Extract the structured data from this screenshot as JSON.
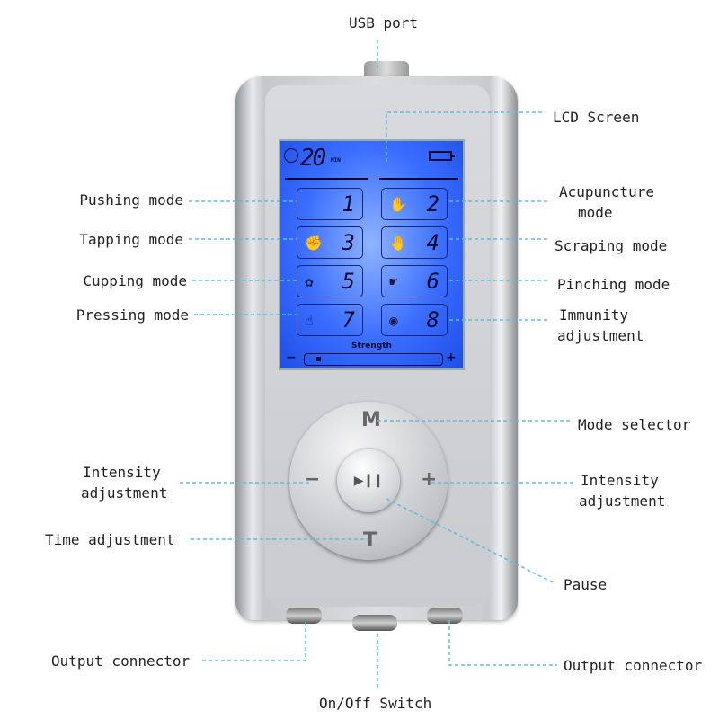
{
  "device": {
    "time_value": "20",
    "time_unit": "MIN",
    "strength_label": "Strength",
    "strength_minus": "−",
    "strength_plus": "+",
    "strength_level": 0.05,
    "modes": [
      {
        "num": "1",
        "icon": ""
      },
      {
        "num": "2",
        "icon": "✋"
      },
      {
        "num": "3",
        "icon": "✊"
      },
      {
        "num": "4",
        "icon": "🤚"
      },
      {
        "num": "5",
        "icon": "✿"
      },
      {
        "num": "6",
        "icon": "☛"
      },
      {
        "num": "7",
        "icon": "☝"
      },
      {
        "num": "8",
        "icon": "◉"
      }
    ],
    "buttons": {
      "mode": "M",
      "minus": "−",
      "plus": "+",
      "time": "T",
      "play_pause": "▶❙❙"
    }
  },
  "labels": {
    "usb_port": "USB port",
    "lcd_screen": "LCD Screen",
    "pushing_mode": "Pushing mode",
    "acupuncture_mode_1": "Acupuncture",
    "acupuncture_mode_2": "mode",
    "tapping_mode": "Tapping mode",
    "scraping_mode": "Scraping mode",
    "cupping_mode": "Cupping mode",
    "pinching_mode": "Pinching mode",
    "pressing_mode": "Pressing mode",
    "immunity_1": "Immunity",
    "immunity_2": "adjustment",
    "mode_selector": "Mode selector",
    "intensity_left_1": "Intensity",
    "intensity_left_2": "adjustment",
    "intensity_right_1": "Intensity",
    "intensity_right_2": "adjustment",
    "time_adjustment": "Time adjustment",
    "pause": "Pause",
    "output_left": "Output connector",
    "output_right": "Output connector",
    "on_off": "On/Off Switch"
  },
  "colors": {
    "leader": "#5bbde6",
    "lcd": "#3a6dff"
  }
}
